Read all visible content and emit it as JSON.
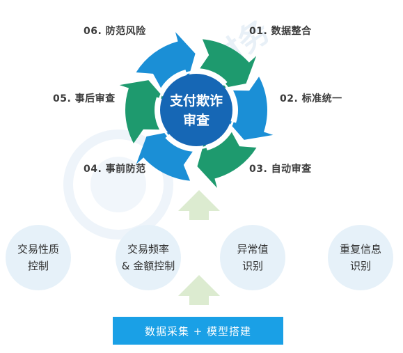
{
  "colors": {
    "green": "#1e9a6e",
    "blue": "#1b8fd6",
    "center": "#1667b5",
    "node_bg": "#e6f1f9",
    "bar": "#1aa0e6",
    "up_arrow": "#dcebd0"
  },
  "center": {
    "line1": "支付欺诈",
    "line2": "审查"
  },
  "steps": [
    {
      "label": "01. 数据整合"
    },
    {
      "label": "02. 标准统一"
    },
    {
      "label": "03. 自动审查"
    },
    {
      "label": "04. 事前防范"
    },
    {
      "label": "05. 事后审查"
    },
    {
      "label": "06. 防范风险"
    }
  ],
  "nodes": [
    {
      "line1": "交易性质",
      "line2": "控制"
    },
    {
      "line1": "交易频率",
      "line2": "& 金额控制"
    },
    {
      "line1": "异常值",
      "line2": "识别"
    },
    {
      "line1": "重复信息",
      "line2": "识别"
    }
  ],
  "bottom_bar": "数据采集 + 模型搭建"
}
